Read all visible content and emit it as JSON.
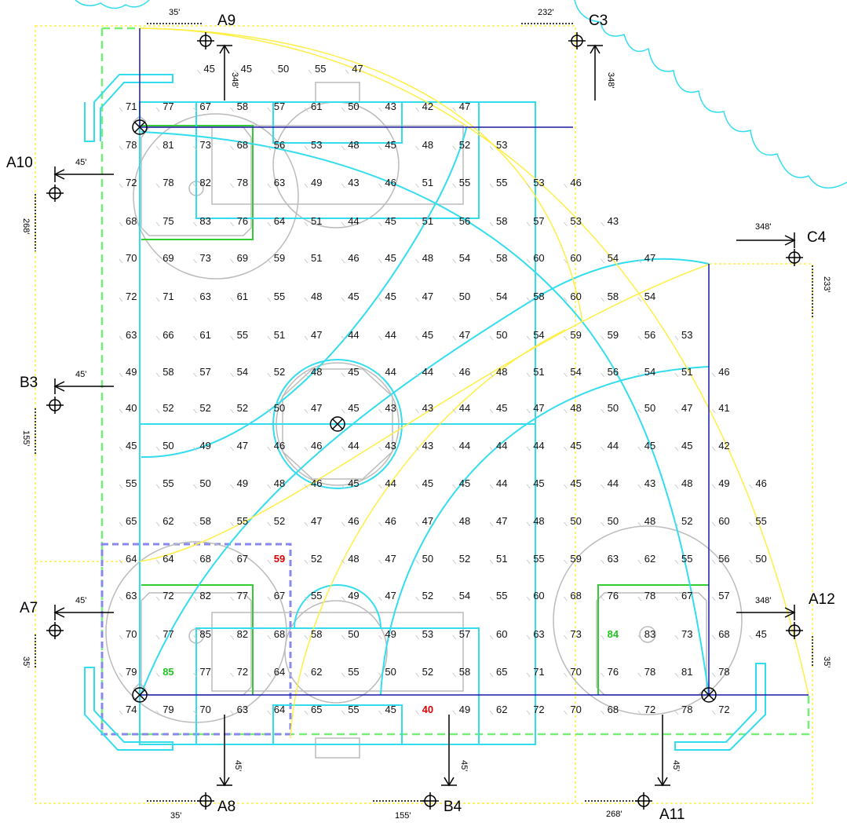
{
  "colors": {
    "field_outline": "#33ddee",
    "fence": "#ffee44",
    "boundary_green": "#77ee77",
    "pole_line": "#1a1aaa",
    "fixture_green": "#33cc33",
    "gray_fixture": "#bbbbbb",
    "highlight_red": "#e00000",
    "highlight_green": "#22c422",
    "dashed_purple": "#8888ee"
  },
  "poles": [
    {
      "label": "A9"
    },
    {
      "label": "C3"
    },
    {
      "label": "A10"
    },
    {
      "label": "C4"
    },
    {
      "label": "B3"
    },
    {
      "label": "A7"
    },
    {
      "label": "A12"
    },
    {
      "label": "A8"
    },
    {
      "label": "B4"
    },
    {
      "label": "A11"
    }
  ],
  "distances": [
    "35'",
    "232'",
    "348'",
    "348'",
    "45'",
    "268'",
    "348'",
    "233'",
    "45'",
    "155'",
    "45'",
    "35'",
    "348'",
    "35'",
    "45'",
    "45'",
    "45'",
    "35'",
    "155'",
    "268'"
  ],
  "grid_rows": [
    [
      "45",
      "45",
      "50",
      "55",
      "47"
    ],
    [
      "71",
      "77",
      "67",
      "58",
      "57",
      "61",
      "50",
      "43",
      "42",
      "47"
    ],
    [
      "78",
      "81",
      "73",
      "68",
      "56",
      "53",
      "48",
      "45",
      "48",
      "52",
      "53"
    ],
    [
      "72",
      "78",
      "82",
      "78",
      "63",
      "49",
      "43",
      "46",
      "51",
      "55",
      "55",
      "53",
      "46"
    ],
    [
      "68",
      "75",
      "83",
      "76",
      "64",
      "51",
      "44",
      "45",
      "51",
      "56",
      "58",
      "57",
      "53",
      "43"
    ],
    [
      "70",
      "69",
      "73",
      "69",
      "59",
      "51",
      "46",
      "45",
      "48",
      "54",
      "58",
      "60",
      "60",
      "54",
      "47"
    ],
    [
      "72",
      "71",
      "63",
      "61",
      "55",
      "48",
      "45",
      "45",
      "47",
      "50",
      "54",
      "58",
      "60",
      "58",
      "54"
    ],
    [
      "63",
      "66",
      "61",
      "55",
      "51",
      "47",
      "44",
      "44",
      "45",
      "47",
      "50",
      "54",
      "59",
      "59",
      "56",
      "53"
    ],
    [
      "49",
      "58",
      "57",
      "54",
      "52",
      "48",
      "45",
      "44",
      "44",
      "46",
      "48",
      "51",
      "54",
      "56",
      "54",
      "51",
      "46"
    ],
    [
      "40",
      "52",
      "52",
      "52",
      "50",
      "47",
      "45",
      "43",
      "43",
      "44",
      "45",
      "47",
      "48",
      "50",
      "50",
      "47",
      "41"
    ],
    [
      "45",
      "50",
      "49",
      "47",
      "46",
      "46",
      "44",
      "43",
      "43",
      "44",
      "44",
      "44",
      "45",
      "44",
      "45",
      "45",
      "42"
    ],
    [
      "55",
      "55",
      "50",
      "49",
      "48",
      "46",
      "45",
      "44",
      "45",
      "45",
      "44",
      "45",
      "45",
      "44",
      "43",
      "48",
      "49",
      "46"
    ],
    [
      "65",
      "62",
      "58",
      "55",
      "52",
      "47",
      "46",
      "46",
      "47",
      "48",
      "47",
      "48",
      "50",
      "50",
      "48",
      "52",
      "60",
      "55"
    ],
    [
      "64",
      "64",
      "68",
      "67",
      "59",
      "52",
      "48",
      "47",
      "50",
      "52",
      "51",
      "55",
      "59",
      "63",
      "62",
      "55",
      "56",
      "50"
    ],
    [
      "63",
      "72",
      "82",
      "77",
      "67",
      "55",
      "49",
      "47",
      "52",
      "54",
      "55",
      "60",
      "68",
      "76",
      "78",
      "67",
      "57"
    ],
    [
      "70",
      "77",
      "85",
      "82",
      "68",
      "58",
      "50",
      "49",
      "53",
      "57",
      "60",
      "63",
      "73",
      "84",
      "83",
      "73",
      "68",
      "45"
    ],
    [
      "79",
      "85",
      "77",
      "72",
      "64",
      "62",
      "55",
      "50",
      "52",
      "58",
      "65",
      "71",
      "70",
      "76",
      "78",
      "81",
      "78"
    ],
    [
      "74",
      "79",
      "70",
      "63",
      "64",
      "65",
      "55",
      "45",
      "40",
      "49",
      "62",
      "72",
      "70",
      "68",
      "72",
      "78",
      "72"
    ]
  ],
  "highlights_red": [
    "59",
    "40"
  ],
  "highlights_green": [
    "85",
    "84"
  ],
  "icons": [
    "pole-target-icon",
    "fixture-x-icon",
    "arrow-icon"
  ]
}
